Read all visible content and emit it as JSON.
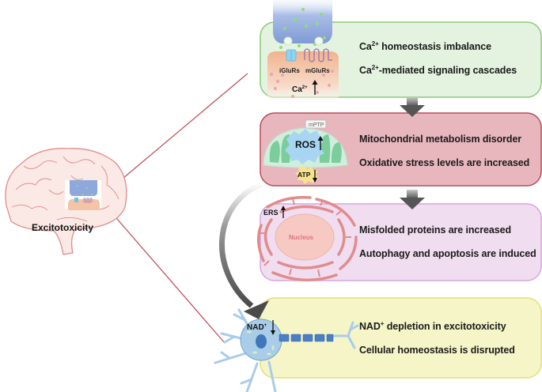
{
  "title": "Excitotoxicity",
  "colors": {
    "green_panel_fill": "#e4f3df",
    "green_panel_border": "#8cc97a",
    "red_panel_fill": "#e8b7be",
    "red_panel_border": "#b84b5c",
    "purple_panel_fill": "#f1ddf0",
    "purple_panel_border": "#d9a3dc",
    "yellow_panel_fill": "#f5f5c8",
    "yellow_panel_border": "#e3e07a",
    "connector_line": "#c0505e",
    "brain_outline": "#e08b8b",
    "brain_fill": "#fbe9e6",
    "arrow": "#5f5f5f"
  },
  "panels": [
    {
      "id": "calcium",
      "illustration": "synapse",
      "labels": {
        "receptor_1": "iGluRs",
        "receptor_2": "mGluRs",
        "ion": "Ca",
        "ion_charge": "2+",
        "ion_trend": "up"
      },
      "lines": [
        {
          "prefix": "Ca",
          "sup": "2+",
          "text": " homeostasis imbalance"
        },
        {
          "prefix": "Ca",
          "sup": "2+",
          "text": "-mediated signaling cascades"
        }
      ]
    },
    {
      "id": "mitochondria",
      "illustration": "mitochondrion",
      "labels": {
        "pore": "mPTP",
        "ros": "ROS",
        "ros_trend": "up",
        "atp": "ATP",
        "atp_trend": "down"
      },
      "lines": [
        {
          "prefix": "",
          "sup": "",
          "text": "Mitochondrial metabolism disorder"
        },
        {
          "prefix": "",
          "sup": "",
          "text": "Oxidative stress levels are increased"
        }
      ]
    },
    {
      "id": "er-stress",
      "illustration": "endoplasmic-reticulum",
      "labels": {
        "ers": "ERS",
        "ers_trend": "up",
        "nucleus": "Nucleus"
      },
      "lines": [
        {
          "prefix": "",
          "sup": "",
          "text": "Misfolded proteins are increased"
        },
        {
          "prefix": "",
          "sup": "",
          "text": "Autophagy and apoptosis are induced"
        }
      ]
    },
    {
      "id": "nad",
      "illustration": "neuron",
      "labels": {
        "nad": "NAD",
        "nad_charge": "+",
        "nad_trend": "down"
      },
      "lines": [
        {
          "prefix": "NAD",
          "sup": "+",
          "text": " depletion in excitotoxicity"
        },
        {
          "prefix": "",
          "sup": "",
          "text": "Cellular homeostasis is disrupted"
        }
      ]
    }
  ],
  "brain": {
    "label": "Excitotoxicity"
  }
}
